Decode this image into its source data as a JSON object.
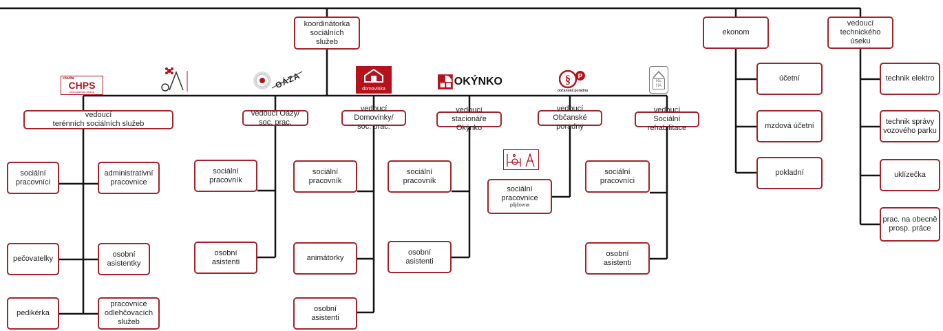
{
  "colors": {
    "box_border": "#a3232b",
    "line": "#111111",
    "logo_red": "#b5121b"
  },
  "boxes": {
    "koordinatorka": "koordinátorka\nsociálních\nslužeb",
    "ekonom": "ekonom",
    "vedouci_tech": "vedoucí\ntechnického\núseku",
    "vedouci_teren": "vedoucí\nterénních sociálních služeb",
    "vedouci_oazy": "vedoucí Oázy/\nsoc. prac.",
    "vedouci_domovinky": "vedoucí\nDomovinky/\nsoc. prac.",
    "vedouci_okynko": "vedoucí\nstacionáře\nOkýnko",
    "vedouci_obcanske": "vedoucí\nObčanské\nporadny",
    "vedouci_socreh": "vedoucí\nSociální\nrehabilitace",
    "teren_soc_prac": "sociální\npracovníci",
    "teren_admin": "administrativní\npracovnice",
    "teren_pecovatelky": "pečovatelky",
    "teren_osobni_asist": "osobní\nasistentky",
    "teren_pedikerka": "pedikérka",
    "teren_odlehcovaci": "pracovnice\nodlehčovacích\nslužeb",
    "oaza_soc_prac": "sociální\npracovník",
    "oaza_osobni": "osobní\nasistenti",
    "dom_soc_prac": "sociální\npracovník",
    "dom_animatorky": "animátorky",
    "dom_osobni": "osobní\nasistenti",
    "okyn_soc_prac": "sociální\npracovník",
    "okyn_osobni": "osobní\nasistenti",
    "obc_soc_prac": "sociální\npracovnice",
    "obc_pujcovna": "půjčovna",
    "reh_soc_prac": "sociální\npracovníci",
    "reh_osobni": "osobní\nasistenti",
    "ucetni": "účetní",
    "mzdova": "mzdová účetní",
    "pokladni": "pokladní",
    "technik_elektro": "technik elektro",
    "technik_spravy": "technik správy\nvozového parku",
    "uklizecka": "uklízečka",
    "prac_obecne": "prac. na obecně\nprosp. práce"
  },
  "logos": {
    "chps_main": "CHPS",
    "chps_sub": "pečovatelská služba",
    "chps_top": "charita",
    "oaza": "OÁZA",
    "domovinka": "domovinka",
    "okynko": "OKÝNKO",
    "poradna": "občanská poradna",
    "reha": "RE HA"
  }
}
